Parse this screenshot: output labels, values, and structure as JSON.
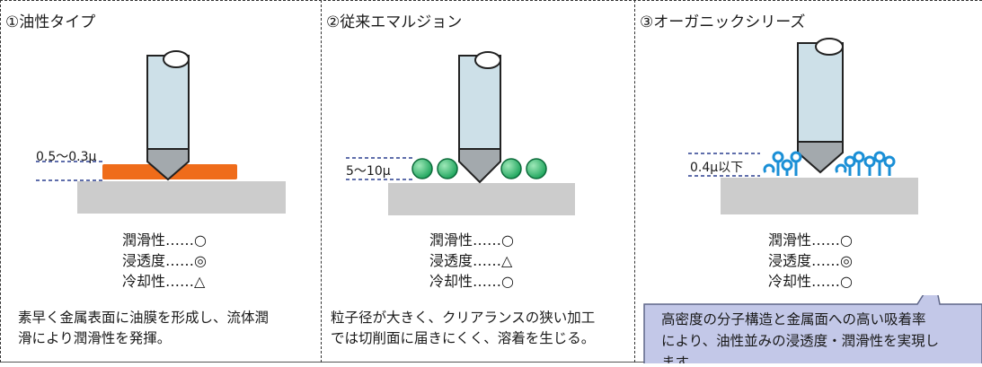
{
  "panels": [
    {
      "title": "①油性タイプ",
      "thickness_label": "0.5〜0.3μ",
      "ratings": [
        {
          "label": "潤滑性……○"
        },
        {
          "label": "浸透度……◎"
        },
        {
          "label": "冷却性……△"
        }
      ],
      "description": [
        "素早く金属表面に油膜を形成し、流体潤",
        "滑により潤滑性を発揮。"
      ]
    },
    {
      "title": "②従来エマルジョン",
      "thickness_label": "5〜10μ",
      "ratings": [
        {
          "label": "潤滑性……○"
        },
        {
          "label": "浸透度……△"
        },
        {
          "label": "冷却性……○"
        }
      ],
      "description": [
        "粒子径が大きく、クリアランスの狭い加工",
        "では切削面に届きにくく、溶着を生じる。"
      ]
    },
    {
      "title": "③オーガニックシリーズ",
      "thickness_label": "0.4μ以下",
      "ratings": [
        {
          "label": "潤滑性……○"
        },
        {
          "label": "浸透度……◎"
        },
        {
          "label": "冷却性……○"
        }
      ],
      "description": [
        "高密度の分子構造と金属面への高い吸着率",
        "により、油性並みの浸透度・潤滑性を実現し",
        "ます。"
      ]
    }
  ],
  "colors": {
    "tool_body": "#cde0e8",
    "tool_tip": "#a3a9ad",
    "workpiece": "#cccccc",
    "oil_film": "#ef6c1a",
    "emulsion_particle": "#1aa35a",
    "organic_molecule": "#1a8fd6",
    "callout_fill": "#c3c8e8",
    "dashed_marker": "#2a3f8f"
  }
}
